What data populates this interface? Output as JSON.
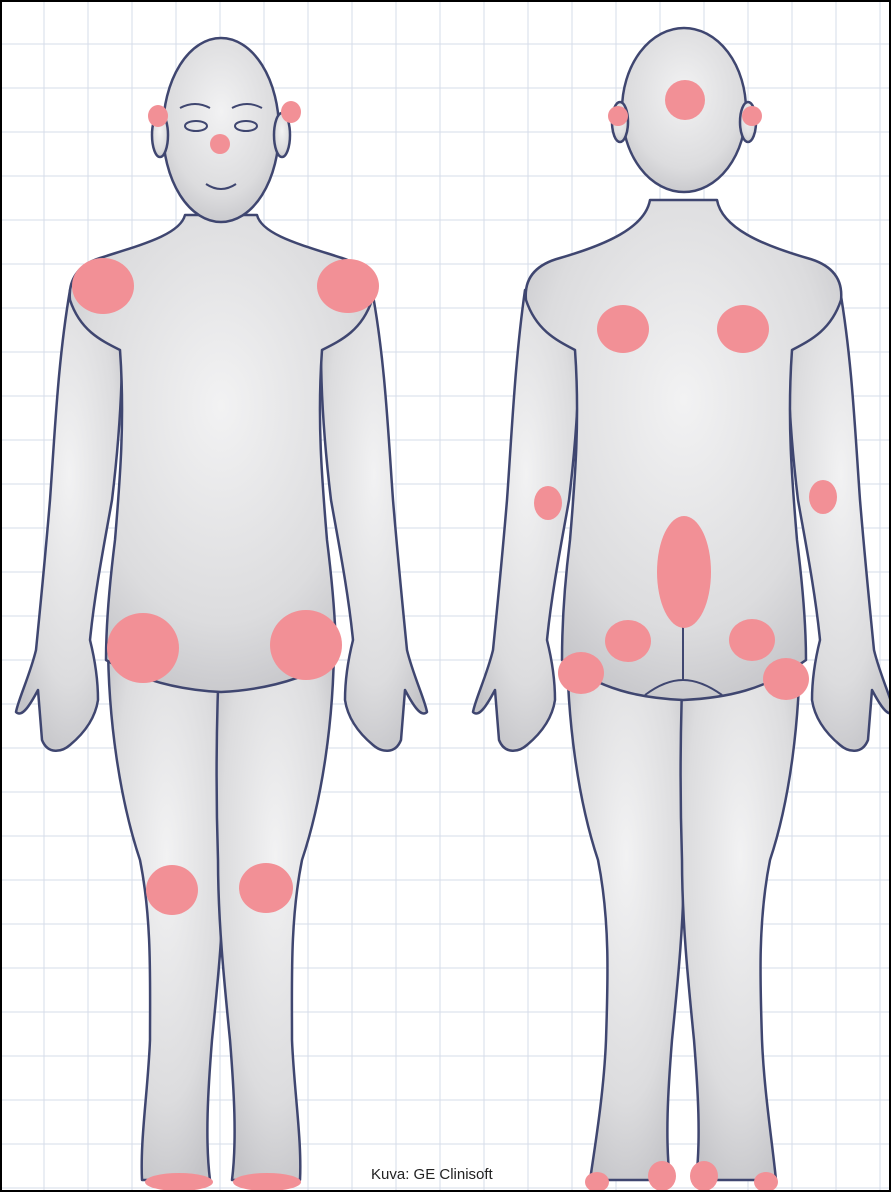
{
  "caption": "Kuva: GE Clinisoft",
  "colors": {
    "background": "#ffffff",
    "grid": "#d6dcea",
    "body_fill": "#e2e2e4",
    "body_outline": "#3f4670",
    "marker": "#f29096",
    "frame": "#000000"
  },
  "views": [
    {
      "name": "front",
      "marked_regions": [
        "right-ear",
        "left-ear",
        "nose",
        "right-shoulder",
        "left-shoulder",
        "right-hip",
        "left-hip",
        "right-knee",
        "left-knee",
        "right-foot",
        "left-foot"
      ]
    },
    {
      "name": "back",
      "marked_regions": [
        "back-of-head",
        "right-ear",
        "left-ear",
        "right-shoulder-blade",
        "left-shoulder-blade",
        "right-elbow",
        "left-elbow",
        "sacrum",
        "right-buttock",
        "left-buttock",
        "right-hip",
        "left-hip",
        "right-heel-outer",
        "right-heel",
        "left-heel",
        "left-heel-outer"
      ]
    }
  ]
}
